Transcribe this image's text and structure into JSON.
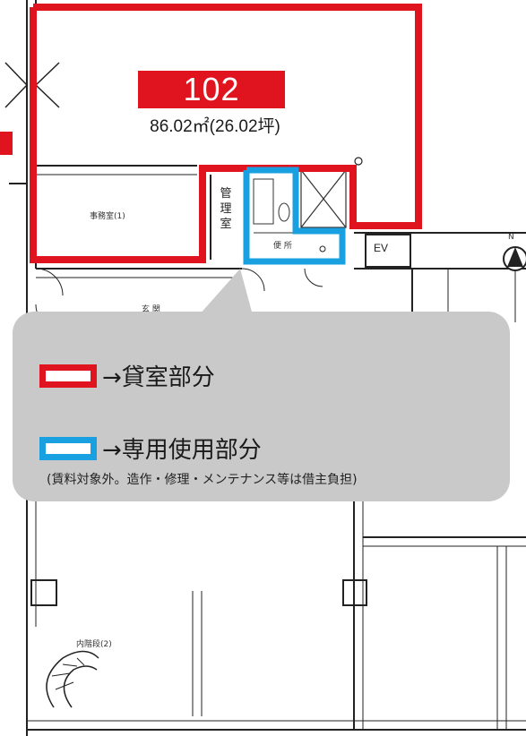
{
  "unit": {
    "number": "102",
    "area": "86.02㎡(26.02坪)"
  },
  "rooms": {
    "management": "管理室",
    "elevator": "EV",
    "office": "事務室(1)",
    "toilet": "便 所",
    "entrance": "玄 関",
    "stairs": "内階段(2)"
  },
  "compass": {
    "label": "N"
  },
  "legend": {
    "rental_label": "→貸室部分",
    "exclusive_label": "→専用使用部分",
    "exclusive_note": "(賃料対象外。造作・修理・メンテナンス等は借主負担)"
  },
  "colors": {
    "rental": "#e0141e",
    "exclusive": "#19a0e0",
    "legend_bg": "#c9c9c9"
  }
}
